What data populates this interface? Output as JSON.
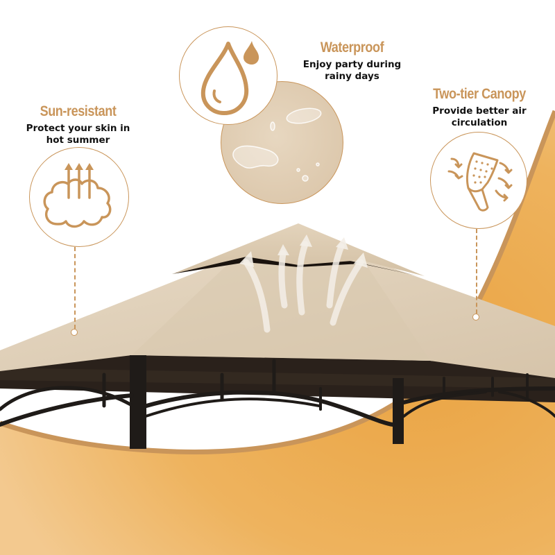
{
  "features": [
    {
      "id": "sun-resistant",
      "title": "Sun-resistant",
      "desc_line1": "Protect your skin in",
      "desc_line2": "hot summer",
      "icon": "cloud-with-arrows-icon"
    },
    {
      "id": "waterproof",
      "title": "Waterproof",
      "desc_line1": "Enjoy party during",
      "desc_line2": "rainy days",
      "icon": "water-drop-icon"
    },
    {
      "id": "two-tier-canopy",
      "title": "Two-tier Canopy",
      "desc_line1": "Provide better air",
      "desc_line2": "circulation",
      "icon": "ventilated-fabric-icon"
    }
  ],
  "colors": {
    "accent": "#c9955a",
    "orange": "#e9a548",
    "canopy": "#dccbb2",
    "frame": "#1f1b18",
    "text": "#111111"
  }
}
